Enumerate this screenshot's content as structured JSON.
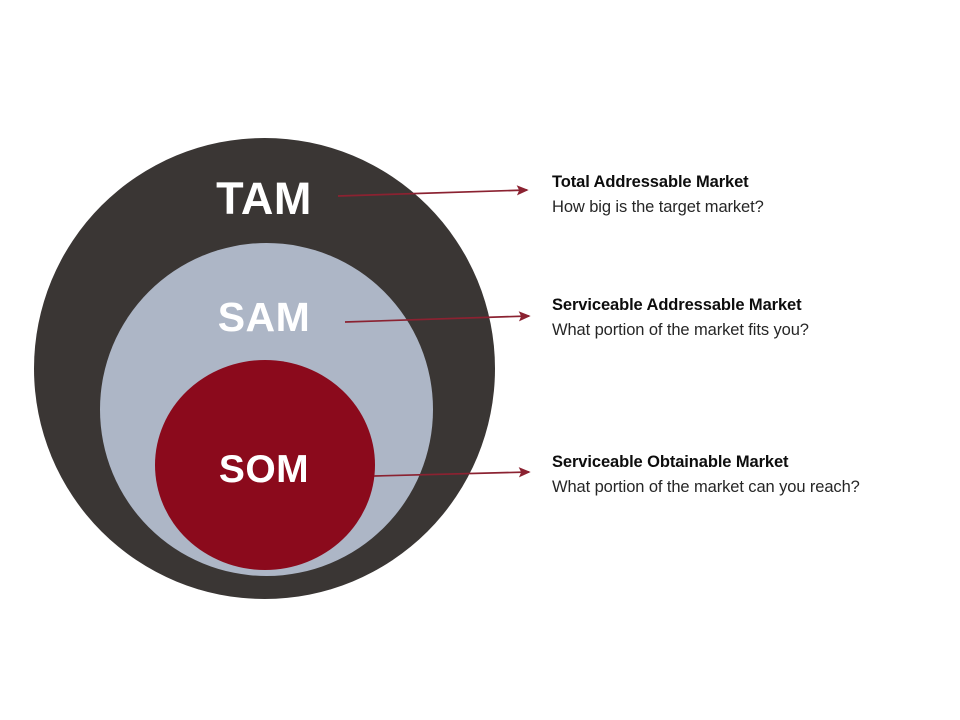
{
  "diagram": {
    "title": "TAM SAM SOM Market Sizing Diagram",
    "type": "nested-circles",
    "background_color": "#ffffff",
    "arrow_color": "#8b2231",
    "circle_label_color": "#ffffff"
  },
  "circles": [
    {
      "id": "tam",
      "abbreviation": "TAM",
      "color": "#3a3634",
      "relative_size": "largest"
    },
    {
      "id": "sam",
      "abbreviation": "SAM",
      "color": "#adb6c6",
      "relative_size": "medium"
    },
    {
      "id": "som",
      "abbreviation": "SOM",
      "color": "#8b0a1c",
      "relative_size": "smallest"
    }
  ],
  "labels": [
    {
      "id": "tam",
      "title": "Total Addressable Market",
      "subtitle": "How big is the target market?"
    },
    {
      "id": "sam",
      "title": "Serviceable Addressable Market",
      "subtitle": "What portion of the market fits you?"
    },
    {
      "id": "som",
      "title": "Serviceable Obtainable Market",
      "subtitle": "What portion of the market can you reach?"
    }
  ],
  "icons": {
    "arrow_tam": "arrow-right-icon",
    "arrow_sam": "arrow-right-icon",
    "arrow_som": "arrow-right-icon"
  }
}
